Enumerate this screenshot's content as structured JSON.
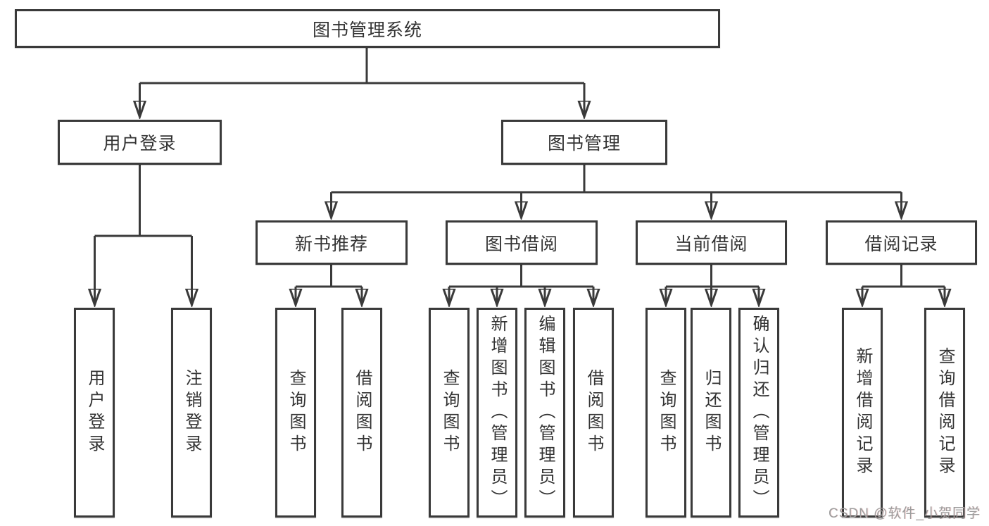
{
  "diagram": {
    "root": {
      "label": "图书管理系统"
    },
    "user_login": {
      "label": "用户登录",
      "children": {
        "login": {
          "label": "用户登录"
        },
        "logout": {
          "label": "注销登录"
        }
      }
    },
    "book_mgmt": {
      "label": "图书管理",
      "children": {
        "new_book_rec": {
          "label": "新书推荐",
          "children": {
            "query_books": {
              "label": "查询图书"
            },
            "borrow_books": {
              "label": "借阅图书"
            }
          }
        },
        "book_borrow": {
          "label": "图书借阅",
          "children": {
            "query_books": {
              "label": "查询图书"
            },
            "add_books": {
              "label": "新增图书（管理员）"
            },
            "edit_books": {
              "label": "编辑图书（管理员）"
            },
            "borrow_books": {
              "label": "借阅图书"
            }
          }
        },
        "current_borrow": {
          "label": "当前借阅",
          "children": {
            "query_books": {
              "label": "查询图书"
            },
            "return_books": {
              "label": "归还图书"
            },
            "confirm_return": {
              "label": "确认归还（管理员）"
            }
          }
        },
        "borrow_records": {
          "label": "借阅记录",
          "children": {
            "add_record": {
              "label": "新增借阅记录"
            },
            "query_record": {
              "label": "查询借阅记录"
            }
          }
        }
      }
    }
  },
  "watermark": {
    "text": "CSDN @软件_小贺同学"
  },
  "colors": {
    "line": "#3a3a3a",
    "text": "#333333",
    "background": "#ffffff",
    "watermark": "#9d9d9d"
  }
}
